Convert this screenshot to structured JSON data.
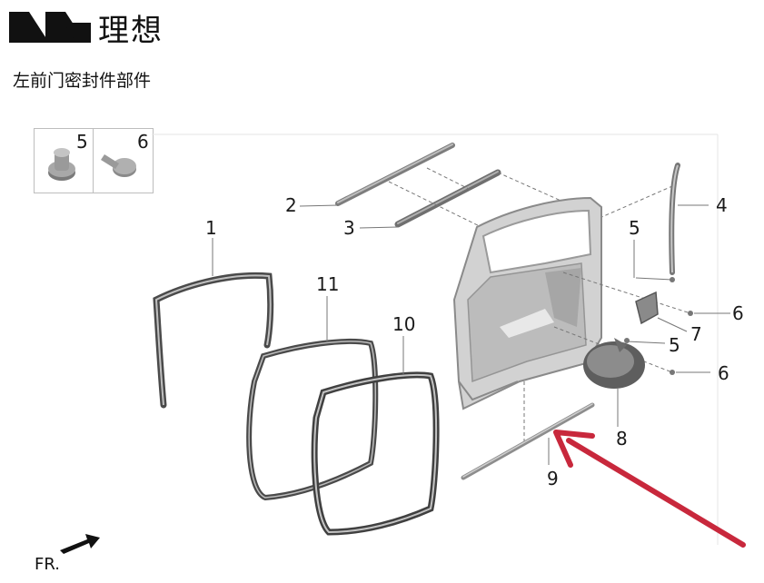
{
  "brand": {
    "name": "理想",
    "logo_icon": "li-auto-logo-icon"
  },
  "page": {
    "title": "左前门密封件部件"
  },
  "thumbnails": [
    {
      "label": "5",
      "icon": "clip-fastener-icon"
    },
    {
      "label": "6",
      "icon": "screw-fastener-icon"
    }
  ],
  "callouts": [
    "1",
    "2",
    "3",
    "4",
    "5",
    "6",
    "7",
    "5",
    "6",
    "8",
    "9",
    "10",
    "11"
  ],
  "orientation": {
    "label": "FR."
  },
  "colors": {
    "highlight_arrow": "#c8283c",
    "part_gray": "#8c8c8c",
    "door_gray": "#9a9a9a"
  }
}
